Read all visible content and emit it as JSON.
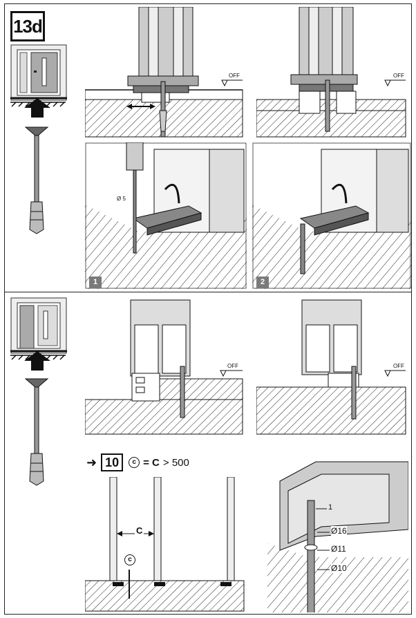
{
  "step_number": "13d",
  "level_label": "OFF",
  "sub_steps": [
    "1",
    "2"
  ],
  "drill_diameter": "Ø 5",
  "rule": {
    "ref_number": "10",
    "symbol": "c",
    "equation": "= C",
    "comparison": "> 500"
  },
  "dim_label_C": "C",
  "bolt_symbol": "c",
  "diameters": [
    "Ø16",
    "Ø11",
    "Ø10"
  ],
  "small_dim": "1"
}
